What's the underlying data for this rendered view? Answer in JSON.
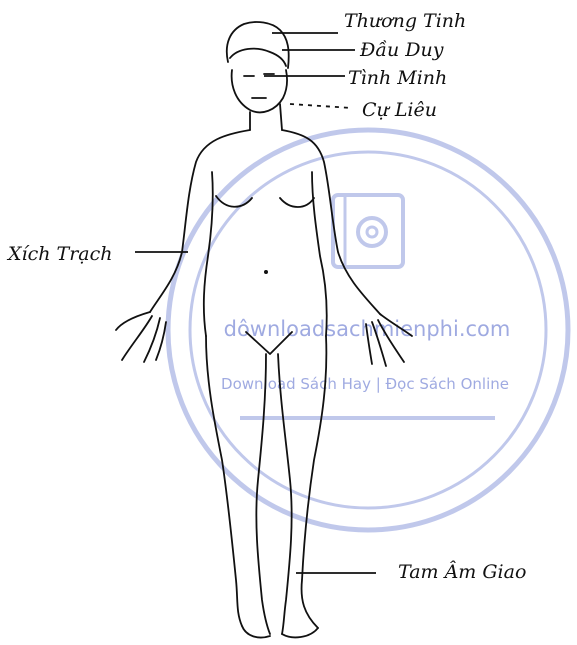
{
  "figure": {
    "labels": [
      {
        "id": "thuong-tinh",
        "text": "Thương Tinh"
      },
      {
        "id": "dau-duy",
        "text": "Đầu Duy"
      },
      {
        "id": "tinh-minh",
        "text": "Tình Minh"
      },
      {
        "id": "cu-lieu",
        "text": "Cự Liêu"
      },
      {
        "id": "xich-trach",
        "text": "Xích Trạch"
      },
      {
        "id": "tam-am-giao",
        "text": "Tam Âm Giao"
      }
    ]
  },
  "watermark": {
    "site": "dôwnloadsachmienphi.com",
    "tagline": "Download Sách Hay | Đọc Sách Online",
    "color": "#3f56c4"
  }
}
